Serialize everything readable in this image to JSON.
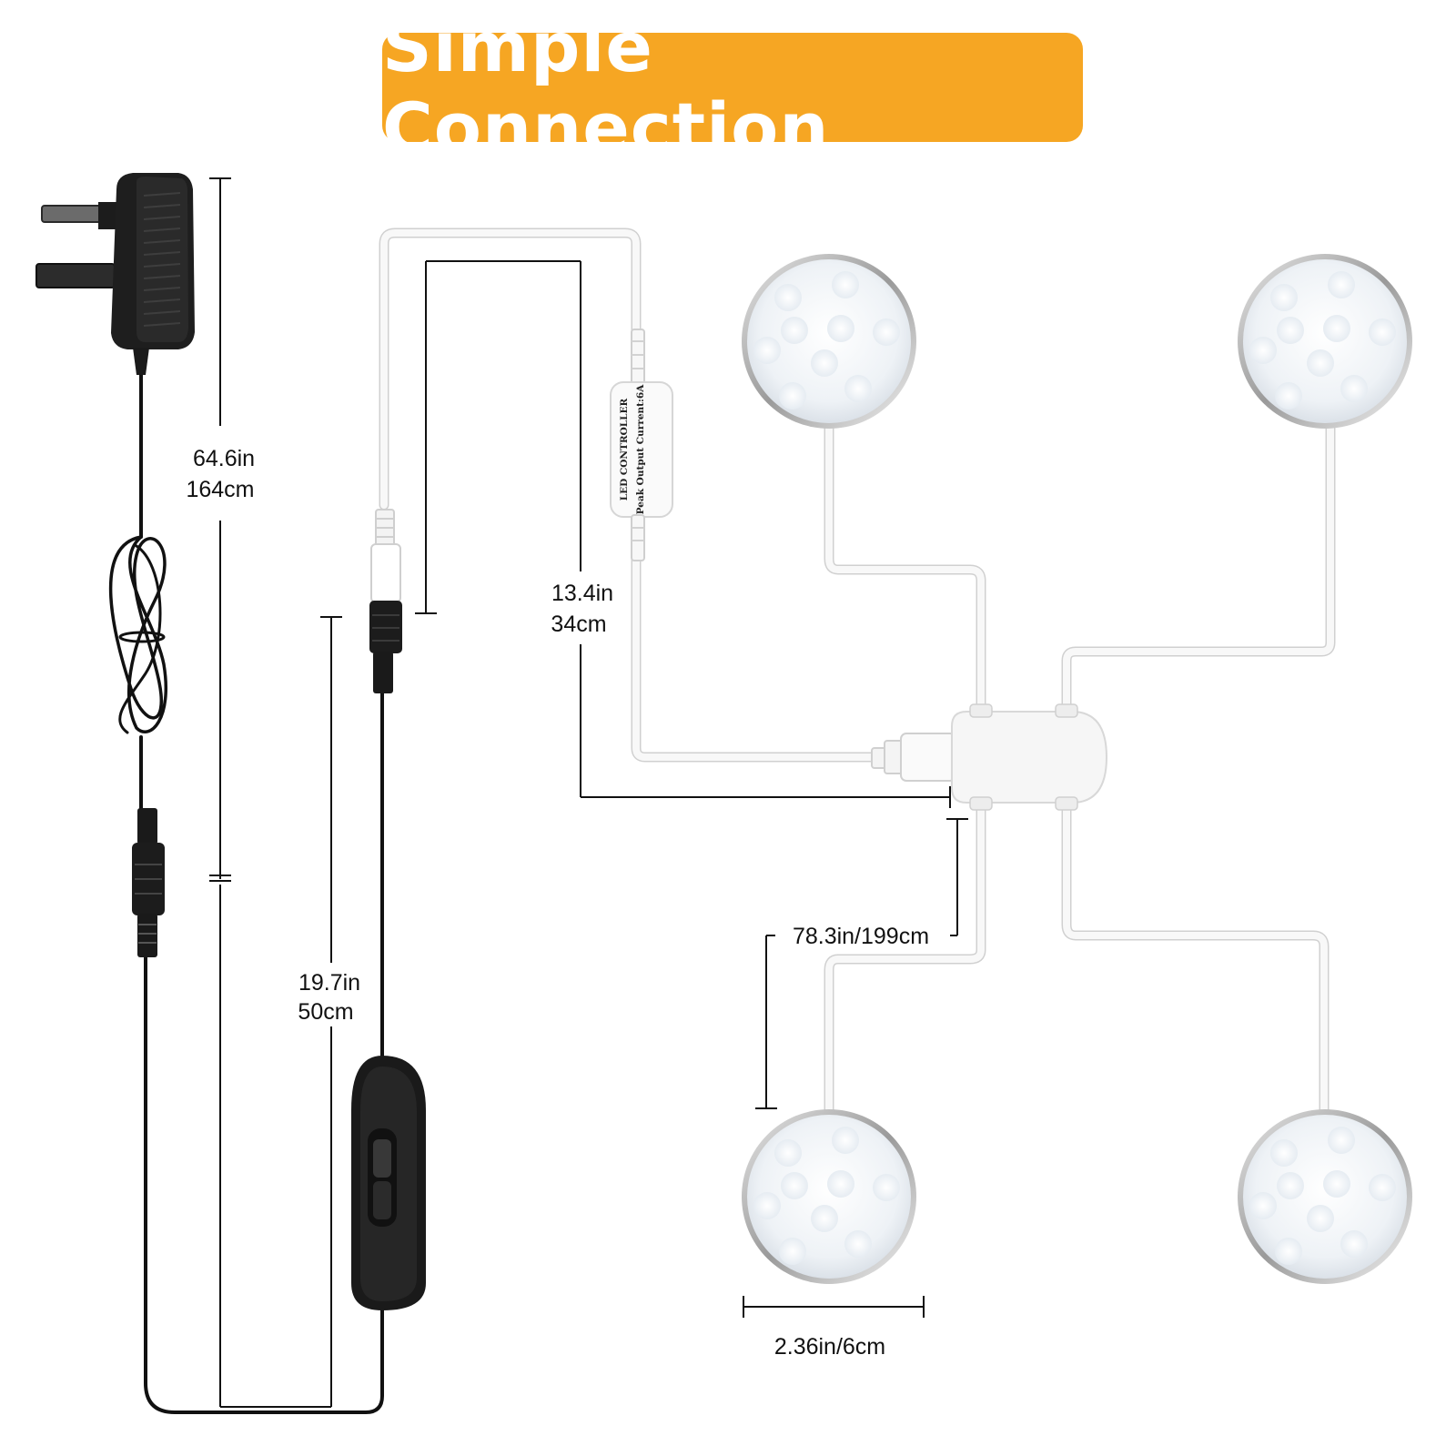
{
  "title": "Simple Connection",
  "colors": {
    "banner": "#f6a623",
    "banner_text": "#ffffff",
    "black_cable": "#111111",
    "white_cable": "#f7f7f7",
    "dimension_line": "#111111"
  },
  "controller": {
    "line1": "LED CONTROLLER",
    "line2": "Peak Output Current:6A"
  },
  "dimensions": {
    "adapter_cable": {
      "imperial": "64.6in",
      "metric": "164cm"
    },
    "switch_cable": {
      "imperial": "19.7in",
      "metric": "50cm"
    },
    "controller_cable": {
      "imperial": "13.4in",
      "metric": "34cm"
    },
    "puck_cable": "78.3in/199cm",
    "puck_diameter": "2.36in/6cm"
  },
  "components": {
    "adapter": "power-adapter-icon",
    "switch": "inline-switch-icon",
    "controller": "led-controller-icon",
    "splitter": "splitter-hub-icon",
    "puck_lights": [
      "puck-light-icon",
      "puck-light-icon",
      "puck-light-icon",
      "puck-light-icon"
    ]
  }
}
